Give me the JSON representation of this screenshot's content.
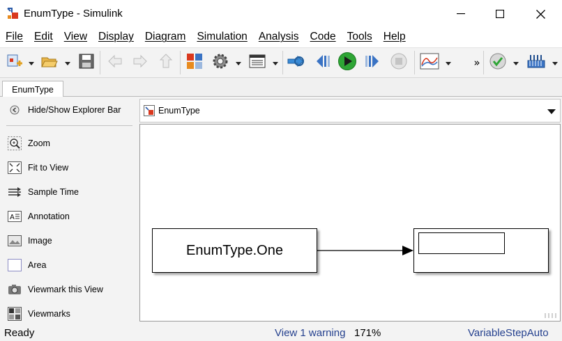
{
  "window": {
    "title": "EnumType - Simulink"
  },
  "menu": [
    "File",
    "Edit",
    "View",
    "Display",
    "Diagram",
    "Simulation",
    "Analysis",
    "Code",
    "Tools",
    "Help"
  ],
  "toolbar": {
    "overflow": "»",
    "icons": [
      "new-model-icon",
      "open-icon",
      "save-icon",
      "back-icon",
      "forward-icon",
      "up-icon",
      "library-browser-icon",
      "model-settings-icon",
      "model-explorer-icon",
      "update-diagram-icon",
      "step-back-icon",
      "run-icon",
      "step-forward-icon",
      "stop-icon",
      "data-inspector-icon",
      "model-advisor-icon",
      "build-icon"
    ]
  },
  "tab": {
    "label": "EnumType"
  },
  "left_panel": {
    "items": [
      {
        "label": "Hide/Show Explorer Bar",
        "icon": "hide-show-explorer-icon"
      },
      {
        "label": "Zoom",
        "icon": "zoom-icon"
      },
      {
        "label": "Fit to View",
        "icon": "fit-to-view-icon"
      },
      {
        "label": "Sample Time",
        "icon": "sample-time-icon"
      },
      {
        "label": "Annotation",
        "icon": "annotation-icon"
      },
      {
        "label": "Image",
        "icon": "image-icon"
      },
      {
        "label": "Area",
        "icon": "area-icon"
      },
      {
        "label": "Viewmark this View",
        "icon": "camera-icon"
      },
      {
        "label": "Viewmarks",
        "icon": "viewmarks-icon"
      }
    ]
  },
  "address_bar": {
    "path": "EnumType"
  },
  "diagram": {
    "constant_block": {
      "label": "EnumType.One"
    }
  },
  "status": {
    "left": "Ready",
    "warning": "View 1 warning",
    "zoom": "171%",
    "solver": "VariableStepAuto"
  },
  "colors": {
    "status_blue": "#24408e",
    "run_green": "#2ea535",
    "panel_bg": "#f3f3f3"
  }
}
